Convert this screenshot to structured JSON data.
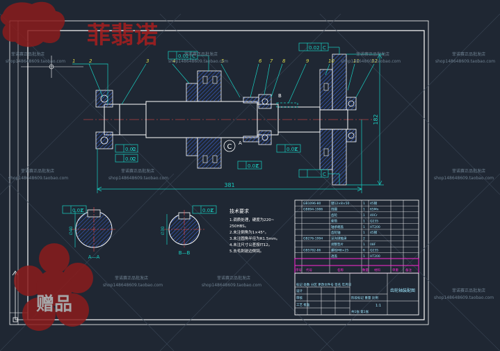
{
  "colors": {
    "background": "#1f2733",
    "frame": "#ffffff",
    "part": "#ffffff",
    "dimension": "#19d3c5",
    "leader": "#19d3c5",
    "label": "#d8d84a",
    "hatch": "#3a64d8",
    "centerline": "#ff4a4a",
    "magenta": "#ff2bd6",
    "table_text": "#9fe8ff",
    "watermark": "#6e8090",
    "logo": "#8b1c1c"
  },
  "part_numbers": [
    "1",
    "2",
    "3",
    "4",
    "5",
    "6",
    "7",
    "8",
    "9",
    "10",
    "11",
    "12"
  ],
  "tolerances": {
    "t1": "0.02",
    "t2": "0.02",
    "t3": "0.02",
    "t4": "0.02",
    "t5": "0.02",
    "t6": "0.02",
    "t7": "0.02",
    "t8": "0.02"
  },
  "datum": {
    "c": "C",
    "a": "A",
    "b": "B"
  },
  "dimensions": {
    "overall_length": "381",
    "height": "182",
    "dia_left": "∅40",
    "dia_right": "∅30"
  },
  "section_labels": {
    "aa": "A—A",
    "bb": "B—B"
  },
  "notes": {
    "title": "技术要求",
    "lines": [
      "1.调质处理，硬度为220~",
      "250HBS。",
      "2.未注倒角为1×45°。",
      "3.未注圆角半径为R1.5mm。",
      "4.未注尺寸公差按IT12。",
      "5.去毛刺锐边倒钝。"
    ]
  },
  "parts_list": [
    {
      "code": "GB1096-80",
      "name": "键12×8×50",
      "qty": "1",
      "material": "45钢"
    },
    {
      "code": "GB894-1986",
      "name": "挡圈",
      "qty": "1",
      "material": "65Mn"
    },
    {
      "code": "",
      "name": "齿轮",
      "qty": "1",
      "material": "40Cr"
    },
    {
      "code": "",
      "name": "套筒",
      "qty": "1",
      "material": "Q235"
    },
    {
      "code": "",
      "name": "轴承端盖",
      "qty": "1",
      "material": "HT200"
    },
    {
      "code": "",
      "name": "齿轮轴",
      "qty": "1",
      "material": "45钢"
    },
    {
      "code": "GB276-1994",
      "name": "深沟球轴承",
      "qty": "2",
      "material": ""
    },
    {
      "code": "",
      "name": "调整垫片",
      "qty": "1",
      "material": "08F"
    },
    {
      "code": "GB5782-86",
      "name": "螺栓M8×25",
      "qty": "6",
      "material": "Q235"
    },
    {
      "code": "",
      "name": "透盖",
      "qty": "1",
      "material": "HT200"
    }
  ],
  "parts_header": {
    "no": "序号",
    "code": "代号",
    "name": "名称",
    "qty": "数量",
    "material": "材料",
    "mass": "单重",
    "remark": "备注"
  },
  "title_block": {
    "drawing_title": "齿轮轴装配图",
    "scale": "1:1",
    "sheet": "共1张 第1张",
    "row1": "标记 处数 分区 更改文件号 签名 年月日",
    "row2": "设计",
    "row3": "审核",
    "row4": "工艺 批准",
    "stage": "阶段标记 重量 比例"
  },
  "watermark": {
    "shop_name": "菲诺赛正品批发店",
    "shop_url": "shop148648609.taobao.com",
    "logo_text": "菲翡诺",
    "gift_text": "赠品"
  }
}
